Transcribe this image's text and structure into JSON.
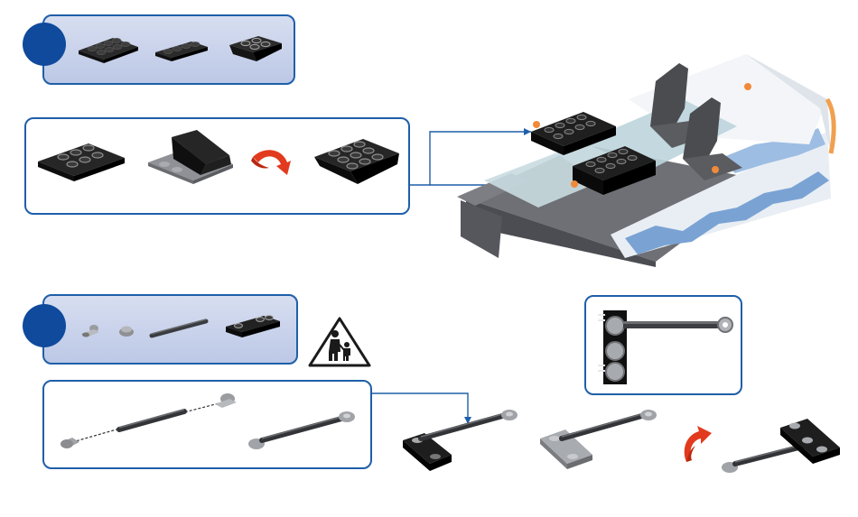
{
  "steps": [
    {
      "number": "",
      "parts": [
        "black-plate-2x4",
        "black-plate-1x4",
        "black-slope-plate"
      ],
      "sub_assembly": [
        "black-plate-3x4",
        "black-slope-brick",
        "rotate-arrow",
        "black-combined-block"
      ]
    },
    {
      "number": "",
      "parts": [
        "gray-ball-joint",
        "gray-stud-round",
        "dark-rod",
        "black-plate-1x6"
      ],
      "sub_assembly": [
        "rod-with-ball-ends",
        "assembled-link",
        "link-on-black-plate",
        "link-on-gray-plate",
        "rotate-arrow",
        "final-link"
      ]
    }
  ],
  "warning_icon": "adult-and-child-icon",
  "colors": {
    "border": "#1f5fa8",
    "parts_bg": "#c9d3ec",
    "step_dot": "#0f4a9c",
    "rotate_arrow": "#e23a1e",
    "brick_black": "#1b1b1b",
    "brick_gray": "#8a8c90"
  }
}
